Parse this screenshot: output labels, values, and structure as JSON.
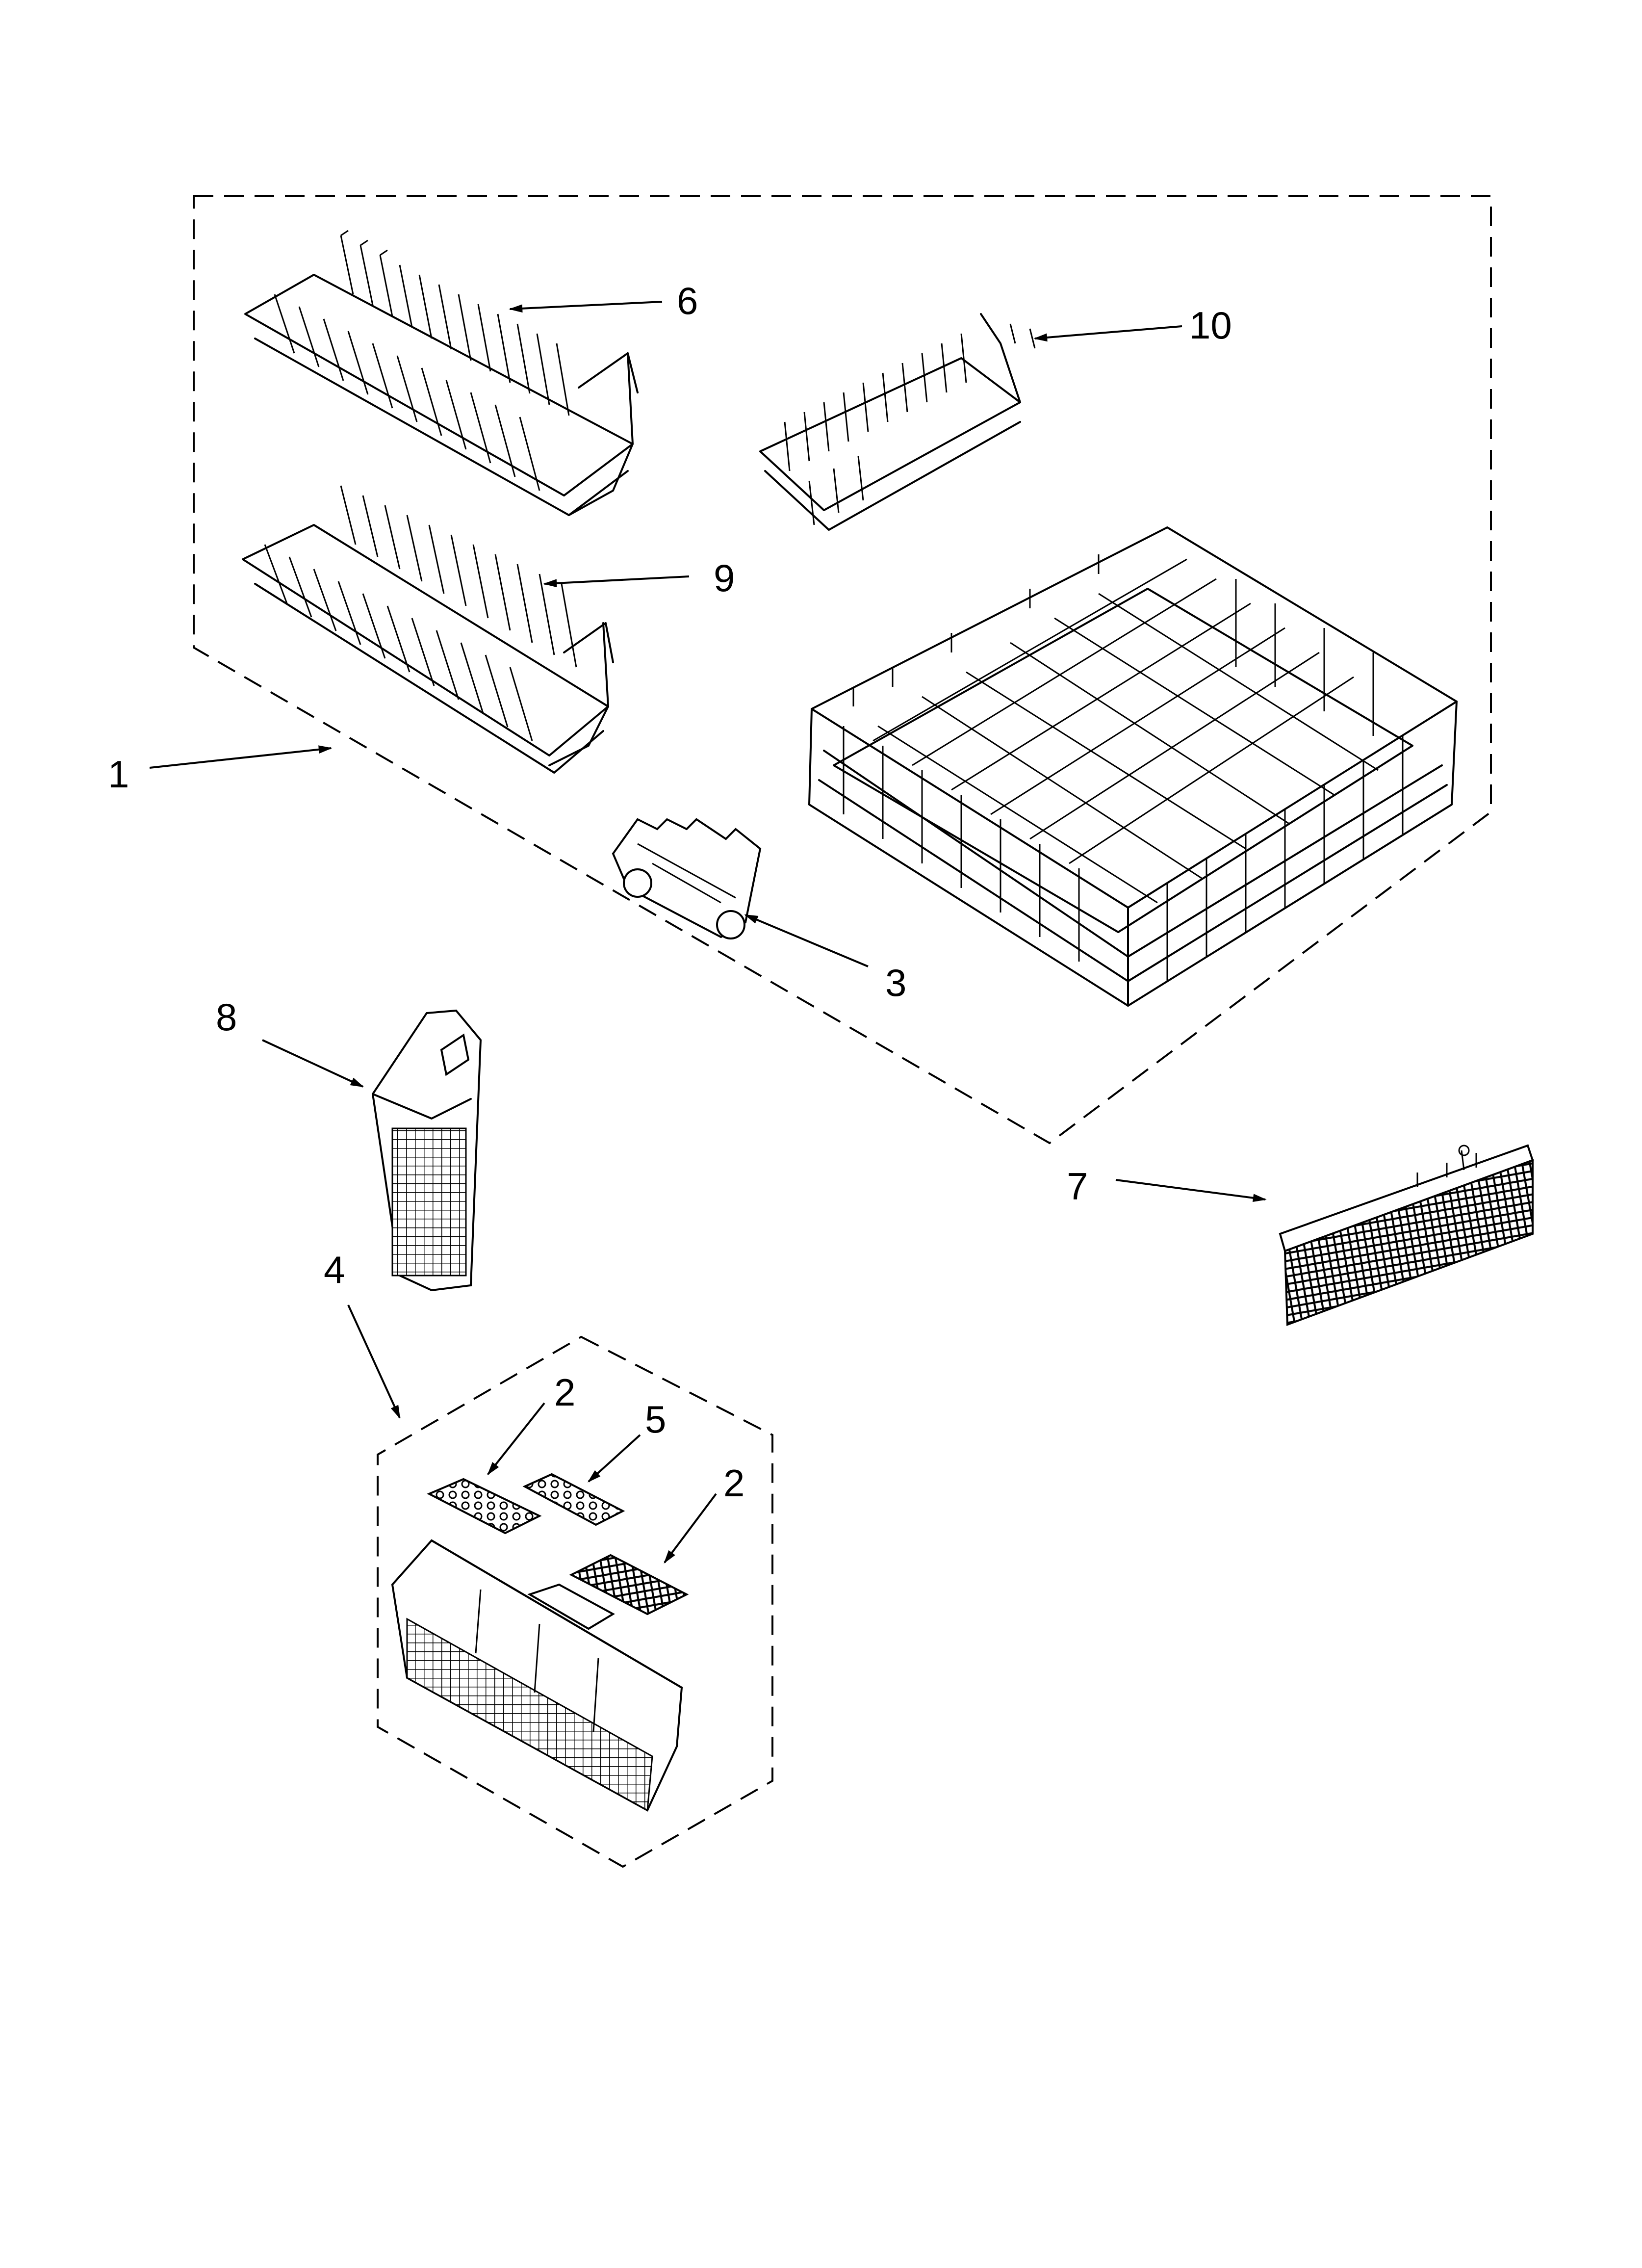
{
  "callouts": [
    {
      "id": "1",
      "label": "1"
    },
    {
      "id": "2a",
      "label": "2"
    },
    {
      "id": "2b",
      "label": "2"
    },
    {
      "id": "3",
      "label": "3"
    },
    {
      "id": "4",
      "label": "4"
    },
    {
      "id": "5",
      "label": "5"
    },
    {
      "id": "6",
      "label": "6"
    },
    {
      "id": "7",
      "label": "7"
    },
    {
      "id": "8",
      "label": "8"
    },
    {
      "id": "9",
      "label": "9"
    },
    {
      "id": "10",
      "label": "10"
    }
  ]
}
